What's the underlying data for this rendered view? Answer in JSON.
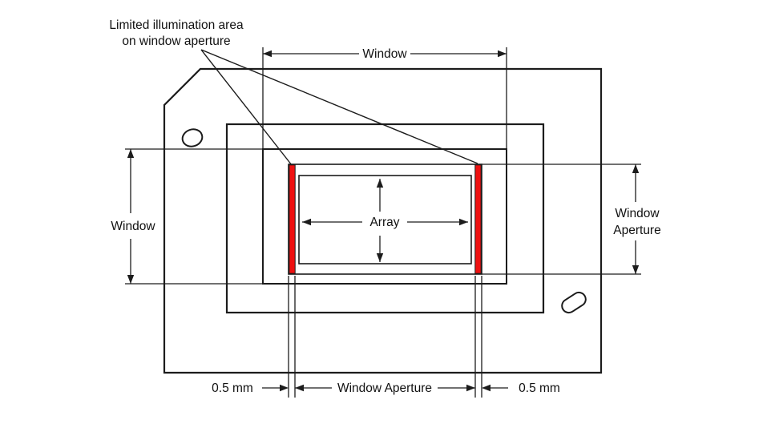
{
  "figure": {
    "callout": {
      "line1": "Limited illumination area",
      "line2": "on window aperture"
    },
    "dimensions": {
      "window_top": "Window",
      "window_left": "Window",
      "window_aperture_right_line1": "Window",
      "window_aperture_right_line2": "Aperture",
      "window_aperture_bottom": "Window Aperture",
      "margin_left": "0.5 mm",
      "margin_right": "0.5 mm",
      "array": "Array"
    },
    "colors": {
      "illumination_strip": "#ee1111",
      "outline": "#1c1c1c",
      "background": "#ffffff"
    }
  }
}
